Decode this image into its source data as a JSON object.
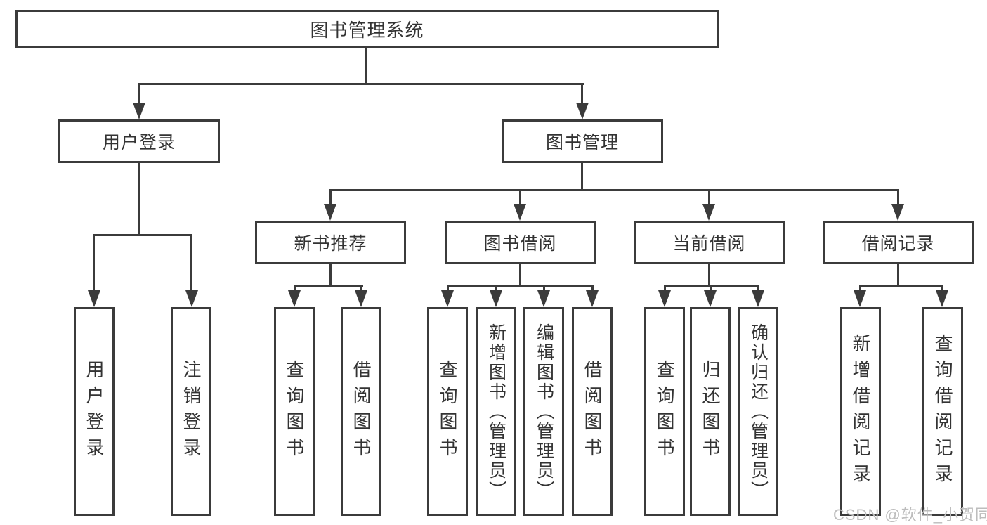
{
  "diagram": {
    "root": {
      "label": "图书管理系统"
    },
    "level2": [
      {
        "label": "用户登录",
        "children": [
          {
            "label": "用户登录"
          },
          {
            "label": "注销登录"
          }
        ]
      },
      {
        "label": "图书管理",
        "children": [
          {
            "label": "新书推荐",
            "children": [
              {
                "label": "查询图书"
              },
              {
                "label": "借阅图书"
              }
            ]
          },
          {
            "label": "图书借阅",
            "children": [
              {
                "label": "查询图书"
              },
              {
                "label": "新增图书（管理员）"
              },
              {
                "label": "编辑图书（管理员）"
              },
              {
                "label": "借阅图书"
              }
            ]
          },
          {
            "label": "当前借阅",
            "children": [
              {
                "label": "查询图书"
              },
              {
                "label": "归还图书"
              },
              {
                "label": "确认归还（管理员）"
              }
            ]
          },
          {
            "label": "借阅记录",
            "children": [
              {
                "label": "新增借阅记录"
              },
              {
                "label": "查询借阅记录"
              }
            ]
          }
        ]
      }
    ]
  },
  "watermark": {
    "text": "CSDN @软件_小贺同学"
  },
  "colors": {
    "line": "#3b3b3b",
    "text": "#333333",
    "box_background": "#ffffff",
    "watermark": "#bdbdbd",
    "page_background": "#ffffff"
  }
}
